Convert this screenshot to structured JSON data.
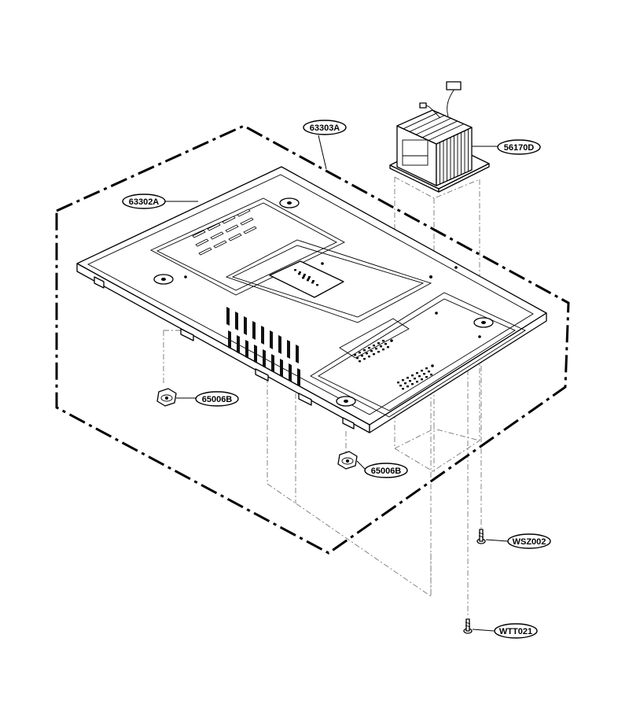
{
  "callouts": {
    "base_plate": "63302A",
    "cabinet_outline": "63303A",
    "transformer": "56170D",
    "foot_left": "65006B",
    "foot_right": "65006B",
    "screw_upper": "WSZ002",
    "screw_lower": "WTT021"
  }
}
